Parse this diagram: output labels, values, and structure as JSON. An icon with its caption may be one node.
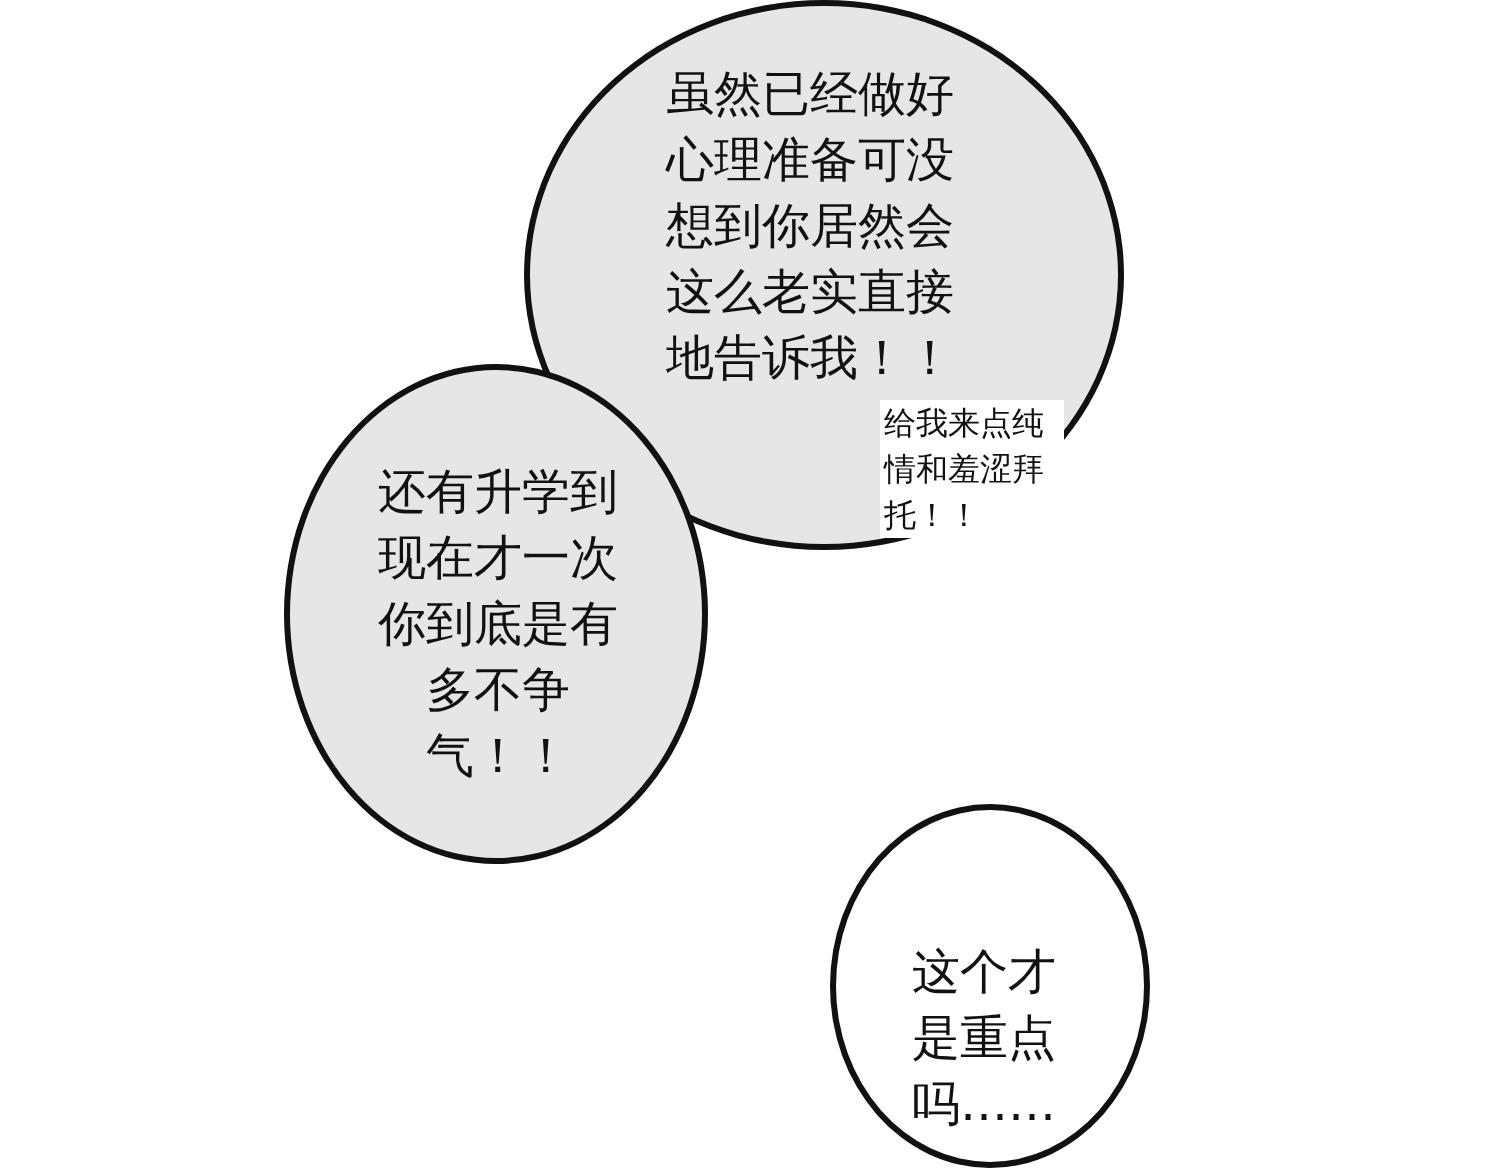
{
  "diagram": {
    "nodes": [
      {
        "text": [
          "虽然已经做好心理准备可没想到你居然会这么老实直接地告诉我！！"
        ]
      },
      {
        "text": [
          "还有升学到现在才一次你到底是有多不争气！！"
        ]
      },
      {
        "text": [
          "这个才是重点吗……"
        ]
      }
    ],
    "labels": [
      "给我来点纯情和羞涩拜托！！"
    ]
  }
}
